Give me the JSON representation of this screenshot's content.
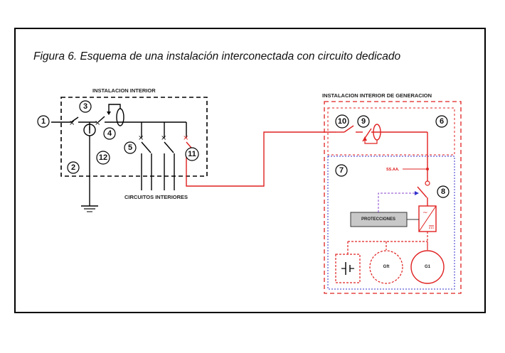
{
  "caption": "Figura 6. Esquema de una instalación interconectada con circuito dedicado",
  "labels": {
    "interior": "INSTALACION INTERIOR",
    "generacion": "INSTALACION INTERIOR DE GENERACION",
    "circuitos": "CIRCUITOS INTERIORES",
    "protecciones": "PROTECCIONES",
    "ssaa": "SS.AA.",
    "gft": "Gft",
    "g1": "G1"
  },
  "markers": {
    "m1": "1",
    "m2": "2",
    "m3": "3",
    "m4": "4",
    "m5": "5",
    "m6": "6",
    "m7": "7",
    "m8": "8",
    "m9": "9",
    "m10": "10",
    "m11": "11",
    "m12": "12"
  },
  "colors": {
    "line": "#000000",
    "red": "#e02020",
    "blue": "#3333cc",
    "purple": "#8844cc",
    "box": "#c8c8c8"
  }
}
